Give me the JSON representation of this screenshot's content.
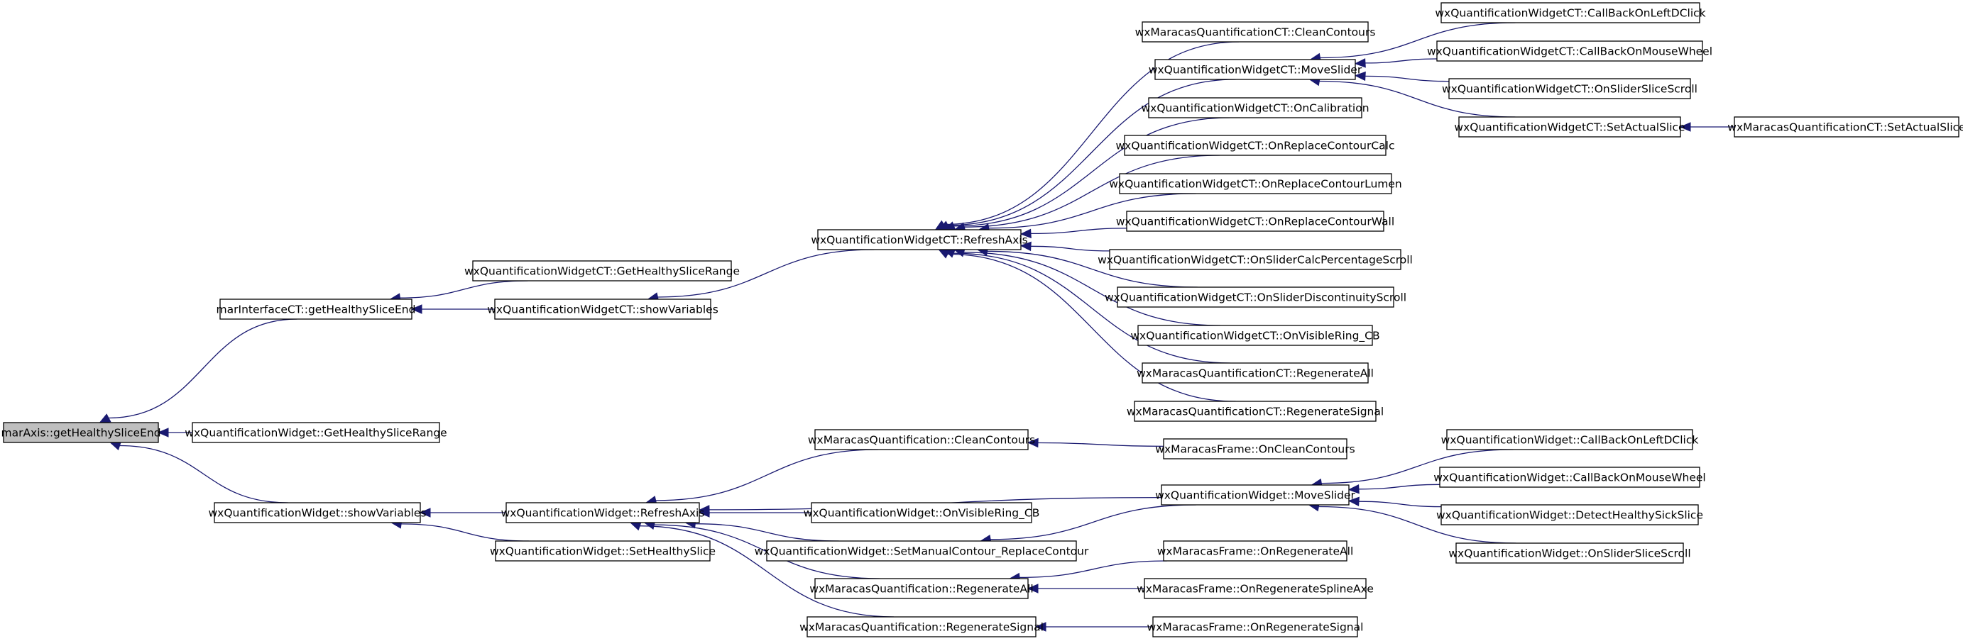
{
  "diagram": {
    "colors": {
      "edge": "#191970",
      "root_fill": "#bfbfbf",
      "node_fill": "#ffffff",
      "border": "#000000"
    },
    "nodes": [
      {
        "id": "root",
        "label": "marAxis::getHealthySliceEnd",
        "root": true
      },
      {
        "id": "mi_end",
        "label": "marInterfaceCT::getHealthySliceEnd"
      },
      {
        "id": "qw_range",
        "label": "wxQuantificationWidget::GetHealthySliceRange"
      },
      {
        "id": "qw_show",
        "label": "wxQuantificationWidget::showVariables"
      },
      {
        "id": "ct_range",
        "label": "wxQuantificationWidgetCT::GetHealthySliceRange"
      },
      {
        "id": "ct_show",
        "label": "wxQuantificationWidgetCT::showVariables"
      },
      {
        "id": "ct_refresh",
        "label": "wxQuantificationWidgetCT::RefreshAxis"
      },
      {
        "id": "mct_clean",
        "label": "wxMaracasQuantificationCT::CleanContours"
      },
      {
        "id": "ct_move",
        "label": "wxQuantificationWidgetCT::MoveSlider"
      },
      {
        "id": "ct_calib",
        "label": "wxQuantificationWidgetCT::OnCalibration"
      },
      {
        "id": "ct_rcalc",
        "label": "wxQuantificationWidgetCT::OnReplaceContourCalc"
      },
      {
        "id": "ct_rlumen",
        "label": "wxQuantificationWidgetCT::OnReplaceContourLumen"
      },
      {
        "id": "ct_rwall",
        "label": "wxQuantificationWidgetCT::OnReplaceContourWall"
      },
      {
        "id": "ct_calcpct",
        "label": "wxQuantificationWidgetCT::OnSliderCalcPercentageScroll"
      },
      {
        "id": "ct_disc",
        "label": "wxQuantificationWidgetCT::OnSliderDiscontinuityScroll"
      },
      {
        "id": "ct_ring",
        "label": "wxQuantificationWidgetCT::OnVisibleRing_CB"
      },
      {
        "id": "mct_regall",
        "label": "wxMaracasQuantificationCT::RegenerateAll"
      },
      {
        "id": "mct_regsig",
        "label": "wxMaracasQuantificationCT::RegenerateSignal"
      },
      {
        "id": "ct_cbleft",
        "label": "wxQuantificationWidgetCT::CallBackOnLeftDClick"
      },
      {
        "id": "ct_cbwheel",
        "label": "wxQuantificationWidgetCT::CallBackOnMouseWheel"
      },
      {
        "id": "ct_sscroll",
        "label": "wxQuantificationWidgetCT::OnSliderSliceScroll"
      },
      {
        "id": "ct_setslice",
        "label": "wxQuantificationWidgetCT::SetActualSlice"
      },
      {
        "id": "mct_setslice",
        "label": "wxMaracasQuantificationCT::SetActualSlice"
      },
      {
        "id": "qw_refresh",
        "label": "wxQuantificationWidget::RefreshAxis"
      },
      {
        "id": "qw_sethealthy",
        "label": "wxQuantificationWidget::SetHealthySlice"
      },
      {
        "id": "mq_clean",
        "label": "wxMaracasQuantification::CleanContours"
      },
      {
        "id": "qw_ring",
        "label": "wxQuantificationWidget::OnVisibleRing_CB"
      },
      {
        "id": "qw_manual",
        "label": "wxQuantificationWidget::SetManualContour_ReplaceContour"
      },
      {
        "id": "mq_regall",
        "label": "wxMaracasQuantification::RegenerateAll"
      },
      {
        "id": "mq_regsig",
        "label": "wxMaracasQuantification::RegenerateSignal"
      },
      {
        "id": "mf_clean",
        "label": "wxMaracasFrame::OnCleanContours"
      },
      {
        "id": "qw_move",
        "label": "wxQuantificationWidget::MoveSlider"
      },
      {
        "id": "mf_regall",
        "label": "wxMaracasFrame::OnRegenerateAll"
      },
      {
        "id": "mf_regspline",
        "label": "wxMaracasFrame::OnRegenerateSplineAxe"
      },
      {
        "id": "mf_regsig",
        "label": "wxMaracasFrame::OnRegenerateSignal"
      },
      {
        "id": "qw_cbleft",
        "label": "wxQuantificationWidget::CallBackOnLeftDClick"
      },
      {
        "id": "qw_cbwheel",
        "label": "wxQuantificationWidget::CallBackOnMouseWheel"
      },
      {
        "id": "qw_detect",
        "label": "wxQuantificationWidget::DetectHealthySickSlice"
      },
      {
        "id": "qw_sscroll",
        "label": "wxQuantificationWidget::OnSliderSliceScroll"
      }
    ],
    "edges": [
      {
        "from": "mi_end",
        "to": "root"
      },
      {
        "from": "qw_range",
        "to": "root"
      },
      {
        "from": "qw_show",
        "to": "root"
      },
      {
        "from": "ct_range",
        "to": "mi_end"
      },
      {
        "from": "ct_show",
        "to": "mi_end"
      },
      {
        "from": "ct_refresh",
        "to": "ct_show"
      },
      {
        "from": "mct_clean",
        "to": "ct_refresh"
      },
      {
        "from": "ct_move",
        "to": "ct_refresh"
      },
      {
        "from": "ct_calib",
        "to": "ct_refresh"
      },
      {
        "from": "ct_rcalc",
        "to": "ct_refresh"
      },
      {
        "from": "ct_rlumen",
        "to": "ct_refresh"
      },
      {
        "from": "ct_rwall",
        "to": "ct_refresh"
      },
      {
        "from": "ct_calcpct",
        "to": "ct_refresh"
      },
      {
        "from": "ct_disc",
        "to": "ct_refresh"
      },
      {
        "from": "ct_ring",
        "to": "ct_refresh"
      },
      {
        "from": "mct_regall",
        "to": "ct_refresh"
      },
      {
        "from": "mct_regsig",
        "to": "ct_refresh"
      },
      {
        "from": "ct_cbleft",
        "to": "ct_move"
      },
      {
        "from": "ct_cbwheel",
        "to": "ct_move"
      },
      {
        "from": "ct_sscroll",
        "to": "ct_move"
      },
      {
        "from": "ct_setslice",
        "to": "ct_move"
      },
      {
        "from": "mct_setslice",
        "to": "ct_setslice"
      },
      {
        "from": "qw_refresh",
        "to": "qw_show"
      },
      {
        "from": "qw_sethealthy",
        "to": "qw_show"
      },
      {
        "from": "mq_clean",
        "to": "qw_refresh"
      },
      {
        "from": "qw_move",
        "to": "qw_refresh"
      },
      {
        "from": "qw_ring",
        "to": "qw_refresh"
      },
      {
        "from": "qw_manual",
        "to": "qw_refresh"
      },
      {
        "from": "mq_regall",
        "to": "qw_refresh"
      },
      {
        "from": "mq_regsig",
        "to": "qw_refresh"
      },
      {
        "from": "mf_clean",
        "to": "mq_clean"
      },
      {
        "from": "qw_move",
        "to": "qw_manual"
      },
      {
        "from": "mf_regall",
        "to": "mq_regall"
      },
      {
        "from": "mf_regspline",
        "to": "mq_regall"
      },
      {
        "from": "mf_regsig",
        "to": "mq_regsig"
      },
      {
        "from": "qw_cbleft",
        "to": "qw_move"
      },
      {
        "from": "qw_cbwheel",
        "to": "qw_move"
      },
      {
        "from": "qw_detect",
        "to": "qw_move"
      },
      {
        "from": "qw_sscroll",
        "to": "qw_move"
      }
    ]
  }
}
